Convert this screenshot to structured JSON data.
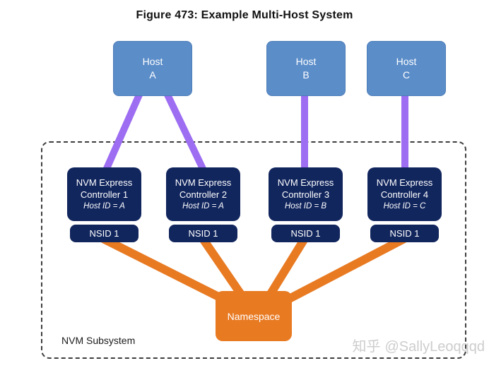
{
  "title": "Figure 473: Example Multi-Host System",
  "hosts": [
    {
      "label": "Host",
      "id": "A"
    },
    {
      "label": "Host",
      "id": "B"
    },
    {
      "label": "Host",
      "id": "C"
    }
  ],
  "subsystem": {
    "label": "NVM Subsystem",
    "controllers": [
      {
        "name_line1": "NVM Express",
        "name_line2": "Controller 1",
        "host_id": "Host ID = A",
        "nsid": "NSID 1"
      },
      {
        "name_line1": "NVM Express",
        "name_line2": "Controller 2",
        "host_id": "Host ID = A",
        "nsid": "NSID 1"
      },
      {
        "name_line1": "NVM Express",
        "name_line2": "Controller 3",
        "host_id": "Host ID = B",
        "nsid": "NSID 1"
      },
      {
        "name_line1": "NVM Express",
        "name_line2": "Controller 4",
        "host_id": "Host ID = C",
        "nsid": "NSID 1"
      }
    ],
    "namespace": {
      "label": "Namespace"
    }
  },
  "watermark": {
    "brand": "知乎",
    "handle": "@SallyLeoqqqd"
  },
  "colors": {
    "host_blue": "#5b8dc9",
    "controller_navy": "#12265e",
    "namespace_orange": "#e87a22",
    "link_purple": "#9d6df2",
    "link_orange": "#e87a22",
    "dashed_border": "#3d3d3d",
    "watermark_gray": "#cdcdcd"
  }
}
